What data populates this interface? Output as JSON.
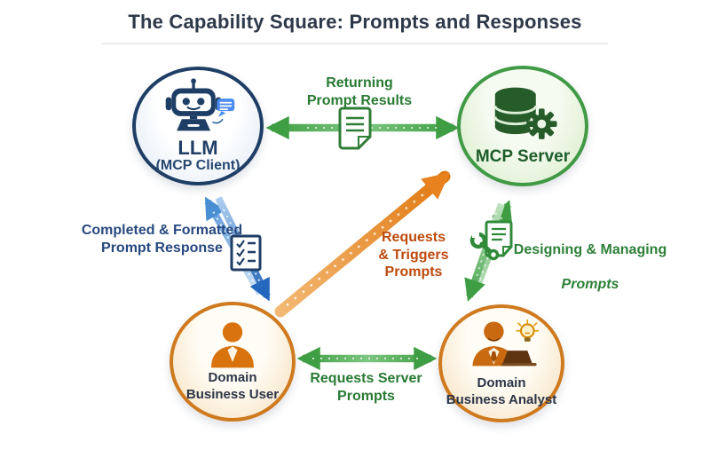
{
  "title": "The Capability Square: Prompts and Responses",
  "nodes": {
    "llm": {
      "label": "LLM",
      "sublabel": "(MCP Client)",
      "icon": "robot-icon",
      "border_color": "#1f3e66",
      "text_color": "#203e65"
    },
    "mcp_server": {
      "label": "MCP Server",
      "icon": "database-gear-icon",
      "border_color": "#419a46",
      "text_color": "#1e5c2a"
    },
    "business_user": {
      "label": "Domain\nBusiness User",
      "icon": "person-icon",
      "border_color": "#cf7a1f",
      "text_color": "#2b3547"
    },
    "business_analyst": {
      "label": "Domain\nBusiness Analyst",
      "icon": "analyst-laptop-bulb-icon",
      "border_color": "#cf7a1f",
      "text_color": "#2b3547"
    }
  },
  "edges": {
    "llm_mcp": {
      "label": "Returning\nPrompt Results",
      "direction": "bidirectional",
      "color": "#44a24a",
      "text_color": "#287a33",
      "icon": "document-icon"
    },
    "llm_user": {
      "label": "Completed & Formatted\nPrompt Response",
      "direction": "bidirectional",
      "color": "#2a6cc0",
      "text_color": "#27497f",
      "icon": "checklist-icon"
    },
    "user_mcp": {
      "label": "Requests\n& Triggers\nPrompts",
      "direction": "user-to-server",
      "color": "#e8821e",
      "text_color": "#bd4a0d"
    },
    "mcp_analyst": {
      "label_line1": "Designing & Managing",
      "label_line2": "Prompts",
      "direction": "bidirectional",
      "color": "#3fa045",
      "text_color": "#2e8038",
      "icon": "wrench-document-icon"
    },
    "user_analyst": {
      "label": "Requests Server\nPrompts",
      "direction": "bidirectional",
      "color": "#44a24a",
      "text_color": "#287a33"
    }
  }
}
